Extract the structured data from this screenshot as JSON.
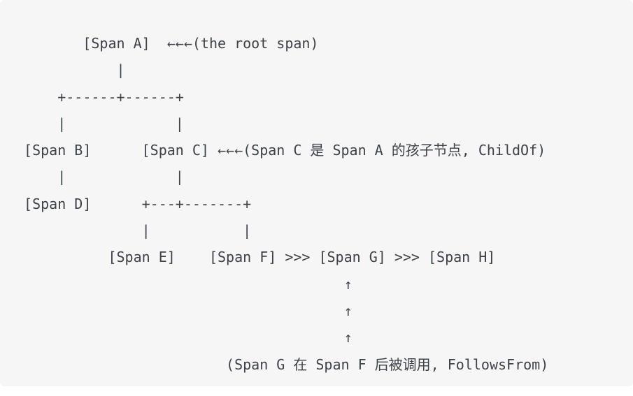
{
  "page": {
    "background_color": "#ffffff",
    "code_block_background": "#f6f6f7",
    "text_color": "#3d4148"
  },
  "diagram": {
    "lines": [
      "        [Span A]  ←←←(the root span)",
      "            |",
      "     +------+------+",
      "     |             |",
      " [Span B]      [Span C] ←←←(Span C 是 Span A 的孩子节点, ChildOf)",
      "     |             |",
      " [Span D]      +---+-------+",
      "               |           |",
      "           [Span E]    [Span F] >>> [Span G] >>> [Span H]",
      "                                       ↑",
      "                                       ↑",
      "                                       ↑",
      "                         (Span G 在 Span F 后被调用, FollowsFrom)"
    ]
  }
}
